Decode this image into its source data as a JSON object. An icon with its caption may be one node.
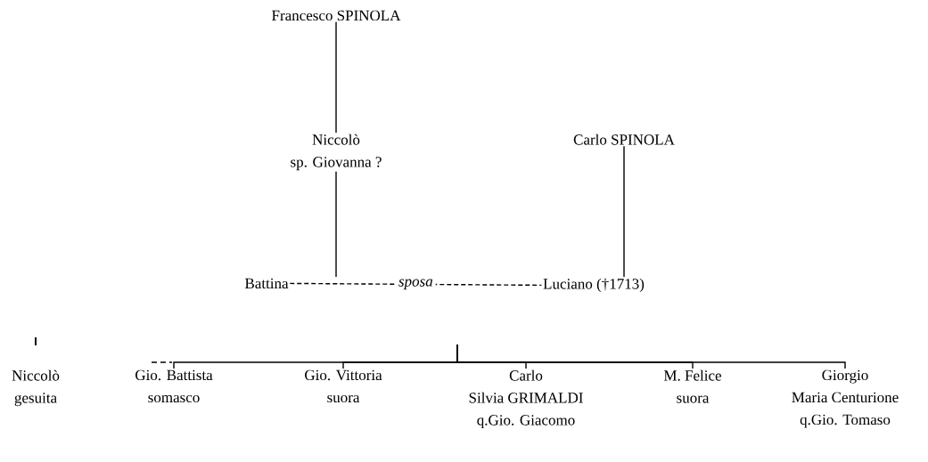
{
  "diagram": {
    "nodes": [
      {
        "text": [
          "Francesco SPINOLA"
        ]
      },
      {
        "text": [
          "Niccolò",
          "sp. Giovanna ?"
        ]
      },
      {
        "text": [
          "Carlo SPINOLA"
        ]
      },
      {
        "text": [
          "Battina"
        ]
      },
      {
        "text": [
          "Luciano (†1713)"
        ]
      },
      {
        "text": [
          "Niccolò",
          "gesuita"
        ]
      },
      {
        "text": [
          "Gio. Battista",
          "somasco"
        ]
      },
      {
        "text": [
          "Gio. Vittoria",
          "suora"
        ]
      },
      {
        "text": [
          "Carlo",
          "Silvia GRIMALDI",
          "q.Gio. Giacomo"
        ]
      },
      {
        "text": [
          "M. Felice",
          "suora"
        ]
      },
      {
        "text": [
          "Giorgio",
          "Maria Centurione",
          "q.Gio. Tomaso"
        ]
      }
    ],
    "edges": [
      {
        "from": 0,
        "to": 1,
        "arrow": "none"
      },
      {
        "from": 1,
        "to": 3,
        "arrow": "none"
      },
      {
        "from": 2,
        "to": 4,
        "arrow": "none"
      },
      {
        "from": 3,
        "to": 4,
        "arrow": "none",
        "style": "dashed",
        "label": "*sposa*"
      },
      {
        "from": null,
        "to": 6,
        "arrow": "none"
      },
      {
        "from": null,
        "to": 7,
        "arrow": "none"
      },
      {
        "from": null,
        "to": 8,
        "arrow": "none"
      },
      {
        "from": null,
        "to": 9,
        "arrow": "none"
      },
      {
        "from": null,
        "to": 10,
        "arrow": "none"
      }
    ]
  }
}
